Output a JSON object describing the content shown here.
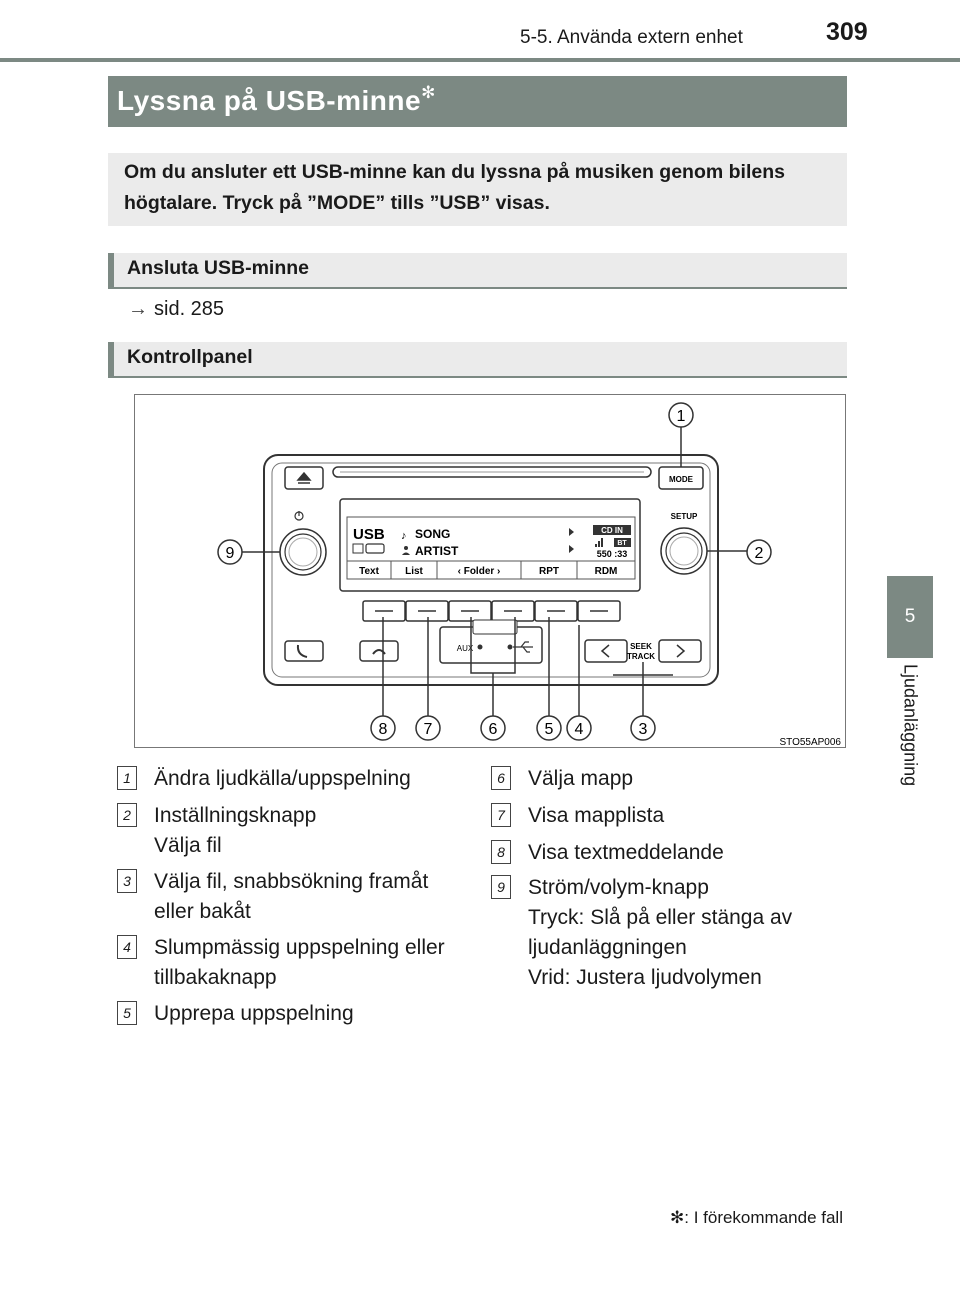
{
  "header": {
    "page_number": "309",
    "section_title": "5-5. Använda extern enhet"
  },
  "side_tab": {
    "chapter_number": "5",
    "chapter_label": "Ljudanläggning"
  },
  "title": {
    "text": "Lyssna på USB-minne",
    "mark": "✻"
  },
  "intro": "Om du ansluter ett USB-minne kan du lyssna på musiken genom bilens högtalare. Tryck på ”MODE” tills ”USB” visas.",
  "sections": {
    "ansluta": "Ansluta USB-minne",
    "kontrollpanel": "Kontrollpanel"
  },
  "reference": {
    "arrow": "→",
    "text": "sid. 285"
  },
  "figure": {
    "code": "STO55AP006",
    "button_labels": {
      "mode": "MODE",
      "setup": "SETUP",
      "seek": "SEEK",
      "track": "TRACK",
      "aux": "AUX"
    },
    "display": {
      "source": "USB",
      "song": "SONG",
      "artist": "ARTIST",
      "cd_in": "CD IN",
      "bt": "BT",
      "time": "550 :33",
      "tabs": [
        "Text",
        "List",
        "Folder",
        "RPT",
        "RDM"
      ]
    },
    "callouts": [
      "1",
      "2",
      "3",
      "4",
      "5",
      "6",
      "7",
      "8",
      "9"
    ]
  },
  "legend_left": [
    {
      "num": "1",
      "lines": [
        "Ändra ljudkälla/uppspelning"
      ]
    },
    {
      "num": "2",
      "lines": [
        "Inställningsknapp",
        "Välja fil"
      ]
    },
    {
      "num": "3",
      "lines": [
        "Välja fil, snabbsökning framåt",
        "eller bakåt"
      ]
    },
    {
      "num": "4",
      "lines": [
        "Slumpmässig uppspelning eller",
        "tillbakaknapp"
      ]
    },
    {
      "num": "5",
      "lines": [
        "Upprepa uppspelning"
      ]
    }
  ],
  "legend_right": [
    {
      "num": "6",
      "lines": [
        "Välja mapp"
      ]
    },
    {
      "num": "7",
      "lines": [
        "Visa mapplista"
      ]
    },
    {
      "num": "8",
      "lines": [
        "Visa textmeddelande"
      ]
    },
    {
      "num": "9",
      "lines": [
        "Ström/volym-knapp",
        "Tryck: Slå på eller stänga av",
        "ljudanläggningen",
        "Vrid: Justera ljudvolymen"
      ]
    }
  ],
  "footnote": {
    "mark": "✻",
    "text": ": I förekommande fall"
  }
}
